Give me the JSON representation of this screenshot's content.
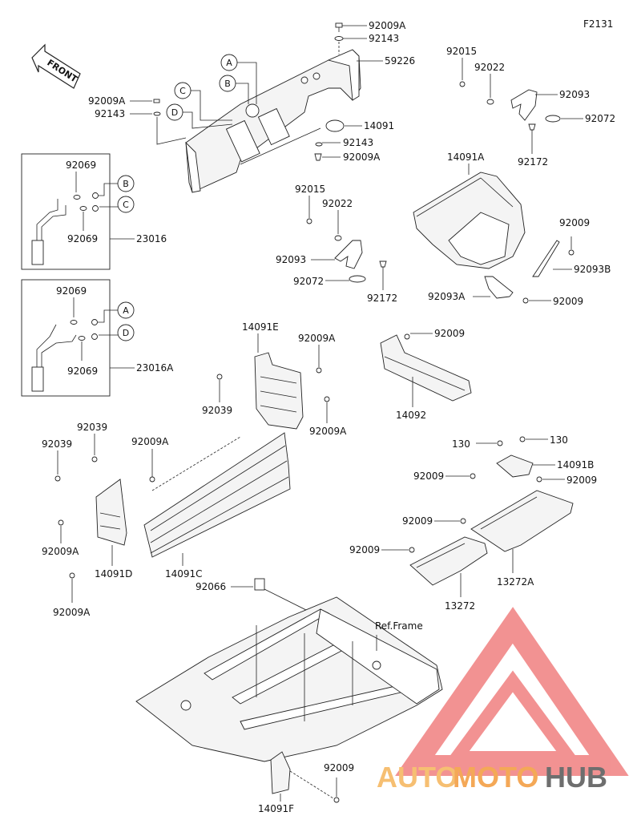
{
  "figure_code": "F2131",
  "front_label": "FRONT",
  "ref_frame_label": "Ref.Frame",
  "callouts": [
    "A",
    "B",
    "C",
    "D"
  ],
  "kit_23016": {
    "label": "23016",
    "sub_a": "92069",
    "sub_b": "92069",
    "callout_top": "B",
    "callout_bottom": "C"
  },
  "kit_23016a": {
    "label": "23016A",
    "sub_a": "92069",
    "sub_b": "92069",
    "callout_top": "A",
    "callout_bottom": "D"
  },
  "part_labels": {
    "p92009A_top": "92009A",
    "p92143_top": "92143",
    "p59226": "59226",
    "p92009A_left": "92009A",
    "p92143_left": "92143",
    "p14091": "14091",
    "p92143_mid": "92143",
    "p92009A_mid": "92009A",
    "p92015_tr": "92015",
    "p92022_tr": "92022",
    "p92093_tr": "92093",
    "p92072_tr": "92072",
    "p92172_tr": "92172",
    "p14091A": "14091A",
    "p92009_r1": "92009",
    "p92093B": "92093B",
    "p92093A": "92093A",
    "p92009_r2": "92009",
    "p92015_c": "92015",
    "p92022_c": "92022",
    "p92093_c": "92093",
    "p92072_c": "92072",
    "p92172_c": "92172",
    "p14091E": "14091E",
    "p92009A_e1": "92009A",
    "p92039_e": "92039",
    "p92009A_e2": "92009A",
    "p92009_r3": "92009",
    "p14092": "14092",
    "p92039_l1": "92039",
    "p92039_l2": "92039",
    "p92009A_l1": "92009A",
    "p92009A_l2": "92009A",
    "p14091D": "14091D",
    "p92009A_l3": "92009A",
    "p14091C": "14091C",
    "p130_a": "130",
    "p130_b": "130",
    "p14091B": "14091B",
    "p92009_b1": "92009",
    "p92009_b2": "92009",
    "p92009_b3": "92009",
    "p92009_b4": "92009",
    "p13272": "13272",
    "p13272A": "13272A",
    "p92066": "92066",
    "p92009_f": "92009",
    "p14091F": "14091F"
  },
  "watermark": {
    "part1": "AUTO",
    "part2": "MOTO",
    "part3": "HUB"
  },
  "colors": {
    "triangle": "#f08080",
    "auto": "#f5b45a",
    "moto": "#f39a3a",
    "hub": "#555555"
  }
}
